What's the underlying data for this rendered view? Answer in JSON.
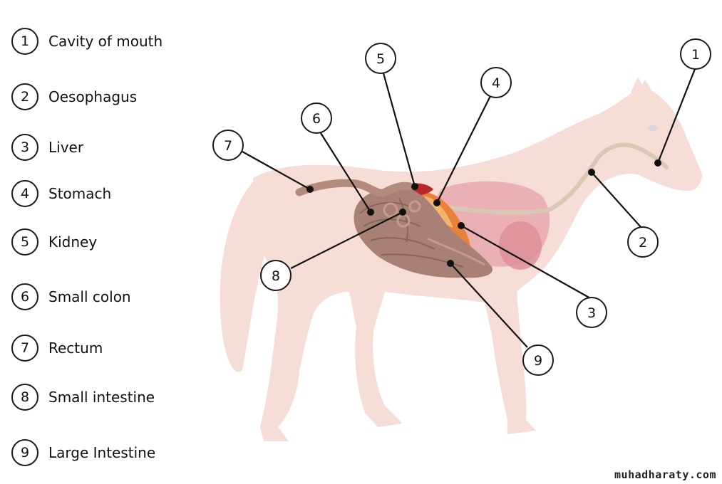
{
  "legend": [
    {
      "num": "1",
      "label": "Cavity of mouth"
    },
    {
      "num": "2",
      "label": "Oesophagus"
    },
    {
      "num": "3",
      "label": "Liver"
    },
    {
      "num": "4",
      "label": "Stomach"
    },
    {
      "num": "5",
      "label": "Kidney"
    },
    {
      "num": "6",
      "label": "Small colon"
    },
    {
      "num": "7",
      "label": "Rectum"
    },
    {
      "num": "8",
      "label": "Small intestine"
    },
    {
      "num": "9",
      "label": "Large Intestine"
    }
  ],
  "markers": [
    {
      "num": "1"
    },
    {
      "num": "2"
    },
    {
      "num": "3"
    },
    {
      "num": "4"
    },
    {
      "num": "5"
    },
    {
      "num": "6"
    },
    {
      "num": "7"
    },
    {
      "num": "8"
    },
    {
      "num": "9"
    }
  ],
  "colors": {
    "horse_body": "#f6ddd6",
    "stomach": "#e9a8ae",
    "liver": "#e8823a",
    "kidney": "#b8282a",
    "intestine": "#a88075",
    "oesophagus": "#d9c8b4"
  },
  "watermark": "muhadharaty.com"
}
